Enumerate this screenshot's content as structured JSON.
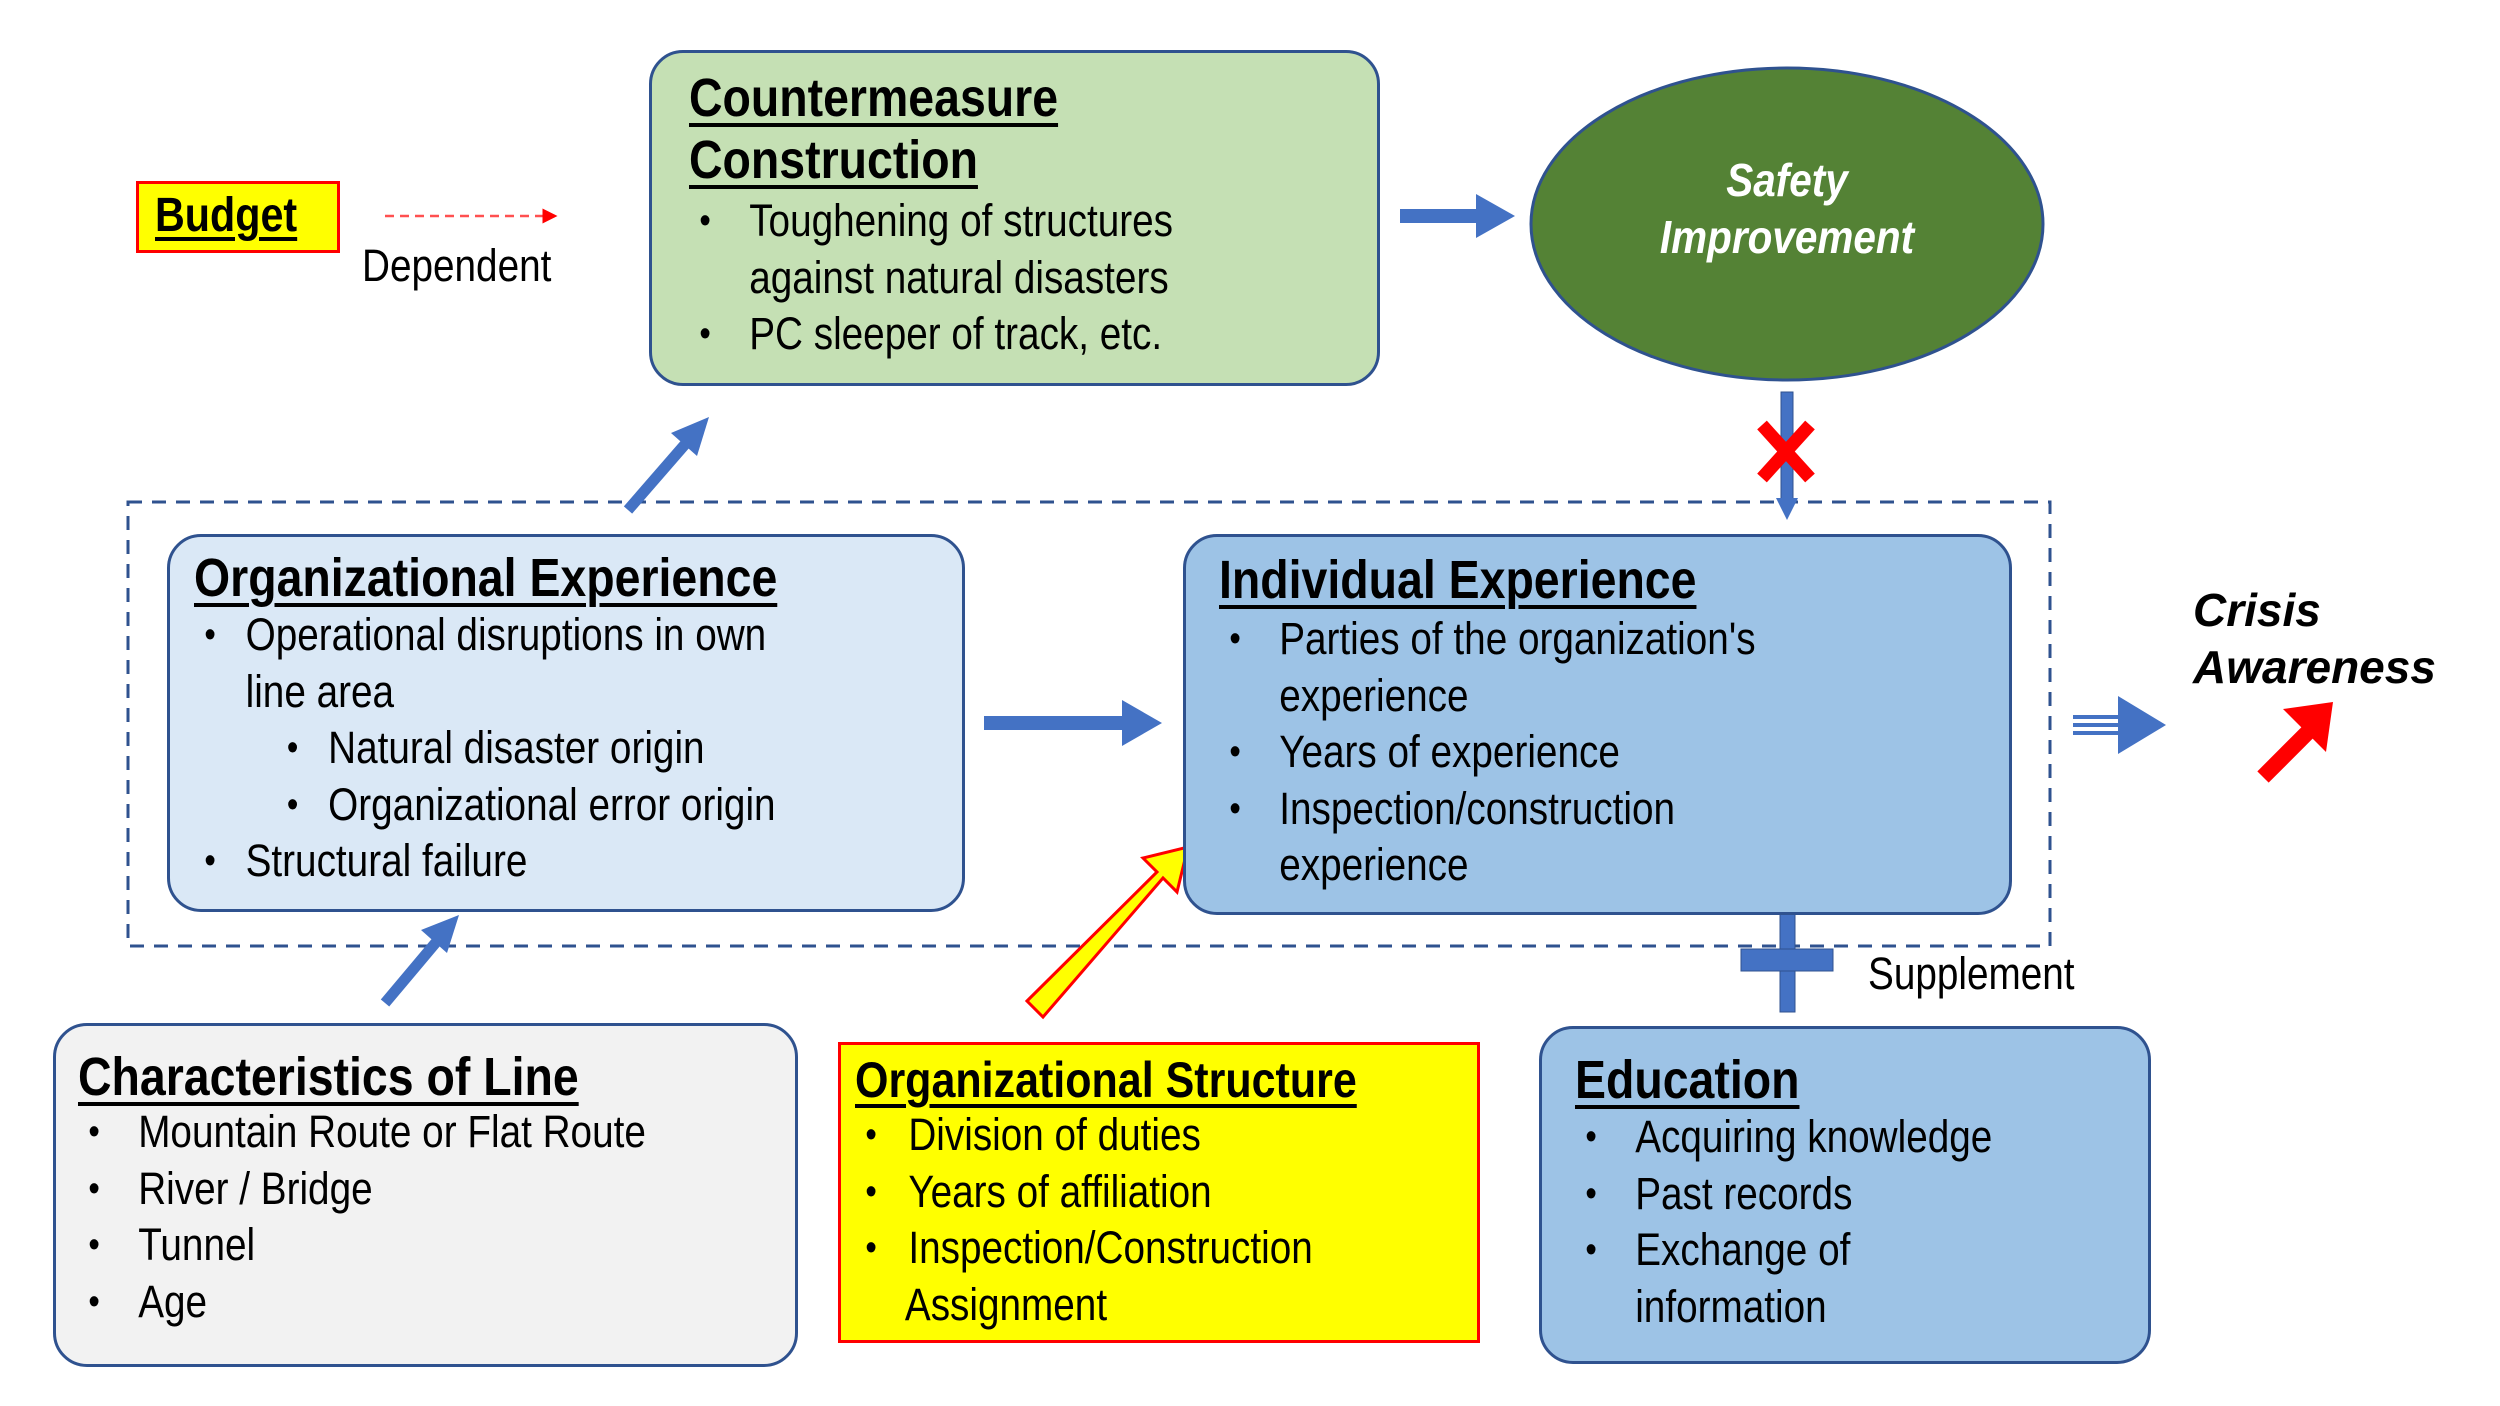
{
  "budget": {
    "label": "Budget",
    "fill": "#ffff00",
    "border": "#ff0000"
  },
  "dependent_label": "Dependent",
  "countermeasure": {
    "title_line1": "Countermeasure",
    "title_line2": "Construction",
    "items": [
      {
        "line1": "Toughening of structures",
        "line2": "against natural disasters"
      },
      {
        "line1": "PC sleeper of track, etc.",
        "line2": ""
      }
    ],
    "fill": "#c5e0b4"
  },
  "safety": {
    "line1": "Safety",
    "line2": "Improvement",
    "fill": "#548235"
  },
  "organizational_experience": {
    "title": "Organizational Experience",
    "items": [
      {
        "text": "Operational disruptions in own",
        "cont": "line area",
        "level": 0
      },
      {
        "text": "Natural disaster origin",
        "level": 1
      },
      {
        "text": "Organizational error origin",
        "level": 1
      },
      {
        "text": "Structural failure",
        "level": 0
      }
    ],
    "fill": "#dae8f6"
  },
  "individual_experience": {
    "title": "Individual Experience",
    "items": [
      {
        "text": "Parties of the organization's",
        "cont": "experience"
      },
      {
        "text": "Years of experience",
        "cont": ""
      },
      {
        "text": "Inspection/construction",
        "cont": "experience"
      }
    ],
    "fill": "#9dc3e6"
  },
  "crisis_awareness": {
    "line1": "Crisis",
    "line2": "Awareness"
  },
  "supplement_label": "Supplement",
  "characteristics_of_line": {
    "title": "Characteristics of Line",
    "items": [
      "Mountain Route or Flat Route",
      "River / Bridge",
      "Tunnel",
      "Age"
    ],
    "fill": "#f2f2f2"
  },
  "organizational_structure": {
    "title": "Organizational Structure",
    "items": [
      {
        "text": "Division of duties",
        "cont": ""
      },
      {
        "text": "Years of affiliation",
        "cont": ""
      },
      {
        "text": "Inspection/Construction",
        "cont": "Assignment"
      }
    ],
    "fill": "#ffff00",
    "border": "#ff0000"
  },
  "education": {
    "title": "Education",
    "items": [
      {
        "text": "Acquiring knowledge",
        "cont": ""
      },
      {
        "text": "Past records",
        "cont": ""
      },
      {
        "text": "Exchange of",
        "cont": "information"
      }
    ],
    "fill": "#9dc3e6"
  },
  "colors": {
    "arrow_blue": "#4472c4",
    "outline_blue": "#2f528f",
    "red": "#ff0000"
  }
}
